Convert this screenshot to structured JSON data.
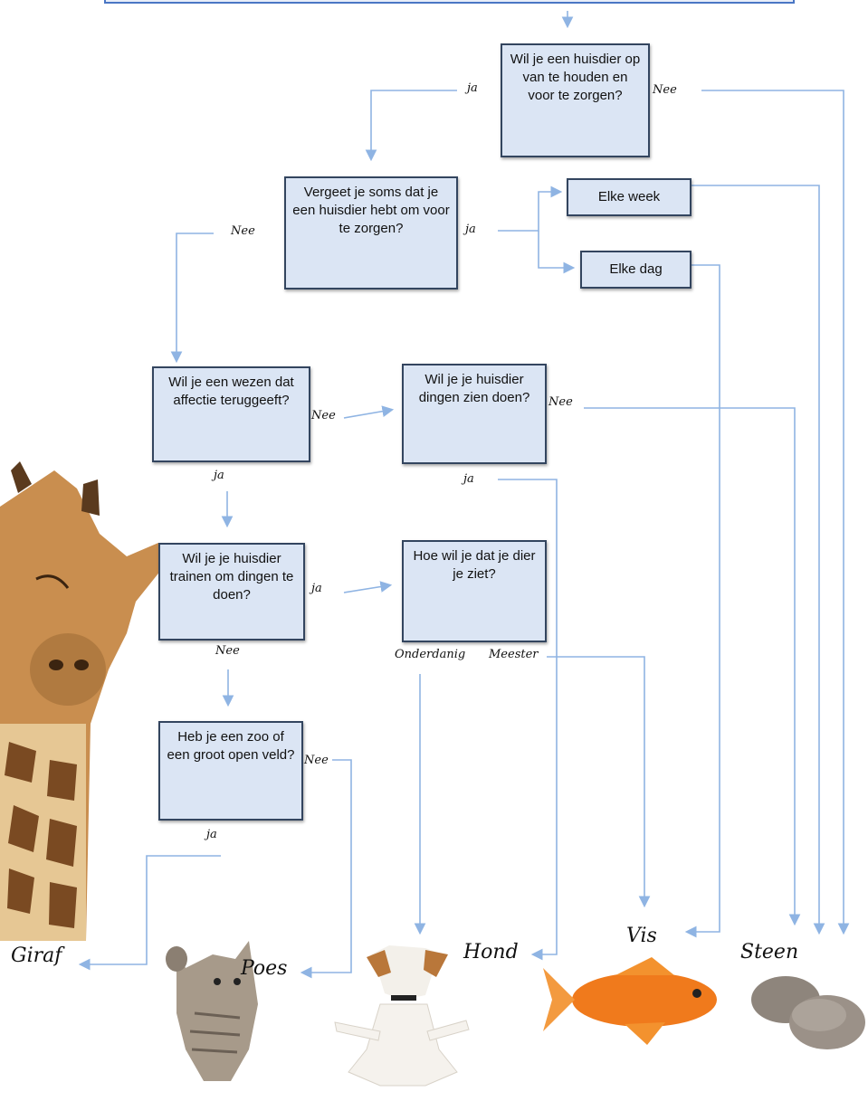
{
  "questions": {
    "q1": "Wil je een huisdier op van te houden en voor te zorgen?",
    "q2": "Vergeet je soms dat je een huisdier hebt om voor te zorgen?",
    "q_week": "Elke week",
    "q_day": "Elke dag",
    "q3": "Wil je een wezen dat affectie teruggeeft?",
    "q4": "Wil je je huisdier dingen zien doen?",
    "q5": "Wil je je huisdier trainen om dingen te doen?",
    "q6": "Hoe wil je dat je dier je ziet?",
    "q7": "Heb je een zoo of een groot open veld?"
  },
  "answers": {
    "ja": "ja",
    "nee": "Nee",
    "onderdanig": "Onderdanig",
    "meester": "Meester"
  },
  "results": {
    "giraf": "Giraf",
    "poes": "Poes",
    "hond": "Hond",
    "vis": "Vis",
    "steen": "Steen"
  },
  "colors": {
    "arrow": "#8fb4e3",
    "box_fill": "#dbe5f4",
    "box_border": "#33455f"
  }
}
